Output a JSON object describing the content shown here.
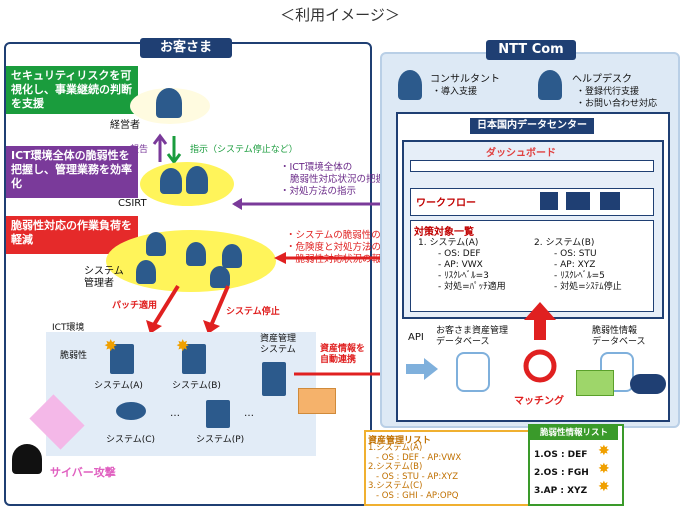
{
  "title": "＜利用イメージ＞",
  "customer": {
    "panel_title": "お客さま",
    "banner_green": "セキュリティリスクを可視化し、事業継続の判断を支援",
    "banner_purple": "ICT環境全体の脆弱性を把握し、管理業務を効率化",
    "banner_red": "脆弱性対応の作業負荷を軽減",
    "exec_label": "経営者",
    "report_label": "報告",
    "instruct_label": "指示（システム停止など）",
    "csirt_label": "CSIRT",
    "sysadmin_label": "システム\n管理者",
    "patch_label": "パッチ適用",
    "stop_label": "システム停止",
    "ict_label": "ICT環境",
    "vuln_label": "脆弱性",
    "sys_a": "システム(A)",
    "sys_b": "システム(B)",
    "sys_c": "システム(C)",
    "sys_p": "システム(P)",
    "ellipsis": "…",
    "asset_mgmt": "資産管理\nシステム",
    "asset_link": "資産情報を\n自動連携",
    "cyber": "サイバー攻撃"
  },
  "purple_notes": [
    "・ICT環境全体の",
    "脆弱性対応状況の把握",
    "・対処方法の指示"
  ],
  "red_notes": [
    "・システムの脆弱性の把握",
    "・危険度と対処方法の確認",
    "・脆弱性対応状況の報告"
  ],
  "ntt": {
    "panel_title": "NTT Com",
    "consultant": "コンサルタント",
    "consultant_sub": "・導入支援",
    "helpdesk": "ヘルプデスク",
    "helpdesk_sub1": "・登録代行支援",
    "helpdesk_sub2": "・お問い合わせ対応",
    "dc_title": "日本国内データセンター",
    "dashboard": "ダッシュボード",
    "workflow": "ワークフロー",
    "target_list": "対策対象一覧",
    "sysA": [
      "1. システム(A)",
      "- OS: DEF",
      "- AP: VWX",
      "- ﾘｽｸﾚﾍﾞﾙ=3",
      "- 対処=ﾊﾟｯﾁ適用"
    ],
    "sysB": [
      "2. システム(B)",
      "- OS: STU",
      "- AP: XYZ",
      "- ﾘｽｸﾚﾍﾞﾙ=5",
      "- 対処=ｼｽﾃﾑ停止"
    ],
    "api": "API",
    "asset_db": "お客さま資産管理\nデータベース",
    "vuln_db": "脆弱性情報\nデータベース",
    "matching": "マッチング"
  },
  "asset_list": {
    "title": "資産管理リスト",
    "items": [
      "1.システム(A)",
      "- OS : DEF - AP:VWX",
      "2.システム(B)",
      "- OS : STU - AP:XYZ",
      "3.システム(C)",
      "- OS : GHI - AP:OPQ"
    ]
  },
  "vuln_list": {
    "title": "脆弱性情報リスト",
    "items": [
      "1.OS : DEF",
      "2.OS : FGH",
      "3.AP : XYZ"
    ]
  },
  "colors": {
    "navy": "#1f3f73",
    "green": "#1a9c3d",
    "purple": "#7a3a9a",
    "red": "#e52a2a",
    "yellow": "#fff45a"
  }
}
